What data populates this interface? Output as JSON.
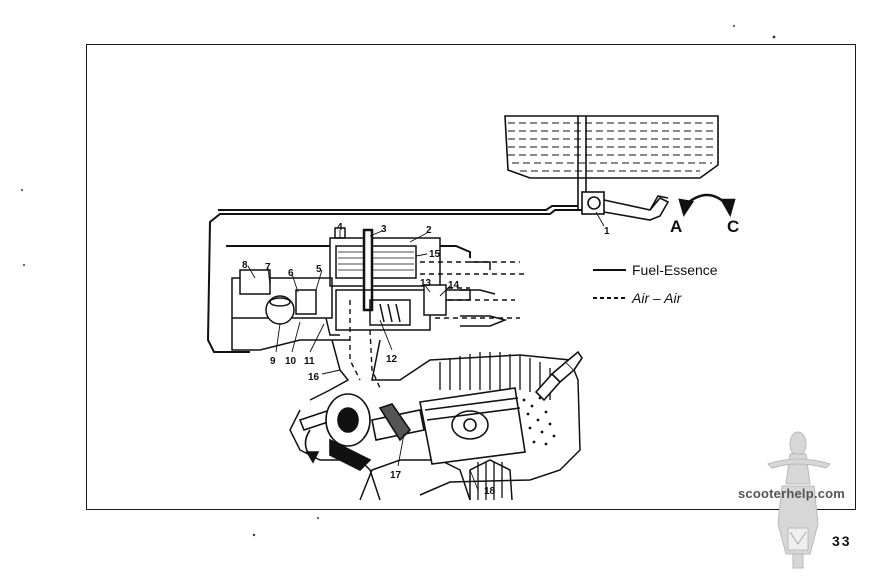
{
  "diagram": {
    "callouts": [
      "1",
      "2",
      "3",
      "4",
      "5",
      "6",
      "7",
      "8",
      "9",
      "10",
      "11",
      "12",
      "13",
      "14",
      "15",
      "16",
      "17",
      "18"
    ],
    "position_a": "A",
    "position_c": "C"
  },
  "legend": {
    "fuel_label": "Fuel-Essence",
    "air_label": "Air – Air"
  },
  "watermark": {
    "text": "scooterhelp.com"
  },
  "page": {
    "number": "33"
  }
}
